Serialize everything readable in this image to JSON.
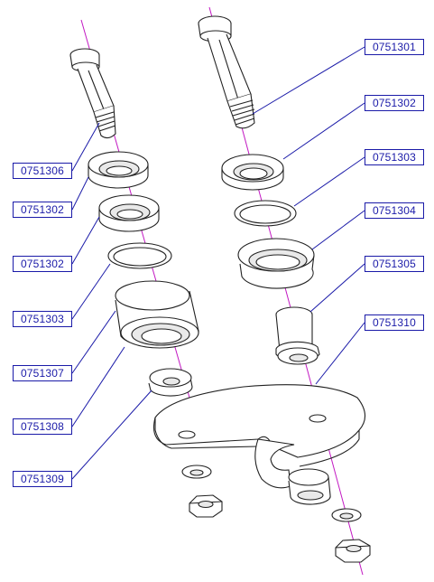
{
  "labels": {
    "p0751301": "0751301",
    "p0751302_right": "0751302",
    "p0751303_right": "0751303",
    "p0751304": "0751304",
    "p0751305": "0751305",
    "p0751310": "0751310",
    "p0751306": "0751306",
    "p0751302_left_a": "0751302",
    "p0751302_left_b": "0751302",
    "p0751303_left": "0751303",
    "p0751307": "0751307",
    "p0751308": "0751308",
    "p0751309": "0751309"
  },
  "colors": {
    "label_text": "#1a1aa8",
    "leader_line": "#1a1aa8",
    "center_axis": "#c218c2",
    "part_outline": "#222222"
  }
}
